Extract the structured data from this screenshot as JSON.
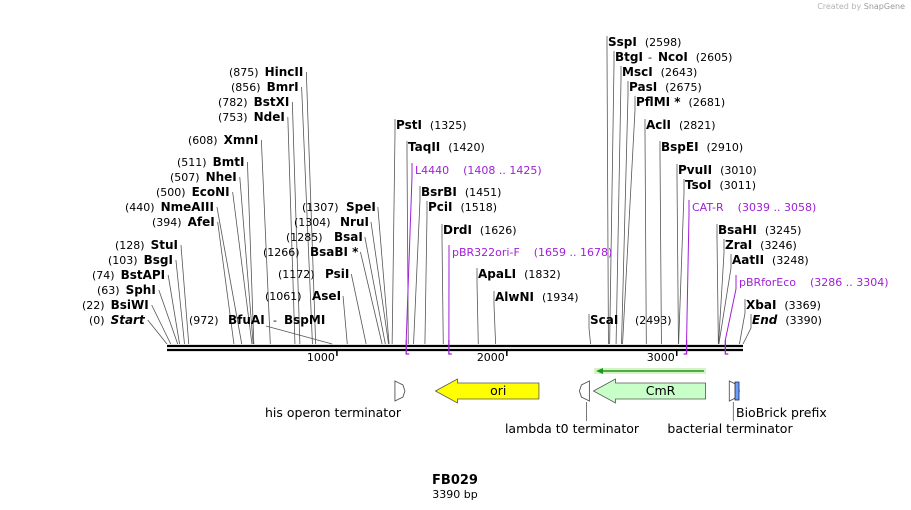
{
  "watermark": {
    "prefix": "Created by",
    "brand": "SnapGene"
  },
  "map": {
    "name": "FB029",
    "length_label": "3390 bp",
    "length_bp": 3390,
    "backbone_color": "#000000",
    "primer_color": "#a020d8"
  },
  "ticks": [
    {
      "bp": 1000,
      "label": "1000"
    },
    {
      "bp": 2000,
      "label": "2000"
    },
    {
      "bp": 3000,
      "label": "3000"
    }
  ],
  "sites": [
    {
      "id": "start",
      "name": "Start",
      "pos": "(0)",
      "bp": 0,
      "side": "left",
      "italic": true
    },
    {
      "id": "bsiwi",
      "name": "BsiWI",
      "pos": "(22)",
      "bp": 22,
      "side": "left"
    },
    {
      "id": "sphi",
      "name": "SphI",
      "pos": "(63)",
      "bp": 63,
      "side": "left"
    },
    {
      "id": "bstapi",
      "name": "BstAPI",
      "pos": "(74)",
      "bp": 74,
      "side": "left"
    },
    {
      "id": "bsgi",
      "name": "BsgI",
      "pos": "(103)",
      "bp": 103,
      "side": "left"
    },
    {
      "id": "stui",
      "name": "StuI",
      "pos": "(128)",
      "bp": 128,
      "side": "left"
    },
    {
      "id": "afei",
      "name": "AfeI",
      "pos": "(394)",
      "bp": 394,
      "side": "left"
    },
    {
      "id": "nmeaiii",
      "name": "NmeAIII",
      "pos": "(440)",
      "bp": 440,
      "side": "left"
    },
    {
      "id": "econi",
      "name": "EcoNI",
      "pos": "(500)",
      "bp": 500,
      "side": "left"
    },
    {
      "id": "nhei",
      "name": "NheI",
      "pos": "(507)",
      "bp": 507,
      "side": "left"
    },
    {
      "id": "bmti",
      "name": "BmtI",
      "pos": "(511)",
      "bp": 511,
      "side": "left"
    },
    {
      "id": "xmni",
      "name": "XmnI",
      "pos": "(608)",
      "bp": 608,
      "side": "left"
    },
    {
      "id": "ndei",
      "name": "NdeI",
      "pos": "(753)",
      "bp": 753,
      "side": "left"
    },
    {
      "id": "bstxi",
      "name": "BstXI",
      "pos": "(782)",
      "bp": 782,
      "side": "left"
    },
    {
      "id": "bmri",
      "name": "BmrI",
      "pos": "(856)",
      "bp": 856,
      "side": "left"
    },
    {
      "id": "hincii",
      "name": "HincII",
      "pos": "(875)",
      "bp": 875,
      "side": "left"
    },
    {
      "id": "bfuai",
      "name": "BfuAI",
      "name2": "BspMI",
      "joiner": "-",
      "pos": "(972)",
      "bp": 972,
      "side": "left"
    },
    {
      "id": "asei",
      "name": "AseI",
      "pos": "(1061)",
      "bp": 1061,
      "side": "left"
    },
    {
      "id": "psii",
      "name": "PsiI",
      "pos": "(1172)",
      "bp": 1172,
      "side": "left"
    },
    {
      "id": "bsabi",
      "name": "BsaBI *",
      "pos": "(1266)",
      "bp": 1266,
      "side": "left"
    },
    {
      "id": "bsai",
      "name": "BsaI",
      "pos": "(1285)",
      "bp": 1285,
      "side": "left"
    },
    {
      "id": "nrui",
      "name": "NruI",
      "pos": "(1304)",
      "bp": 1304,
      "side": "left"
    },
    {
      "id": "spei",
      "name": "SpeI",
      "pos": "(1307)",
      "bp": 1307,
      "side": "left"
    },
    {
      "id": "psti",
      "name": "PstI",
      "pos": "(1325)",
      "bp": 1325,
      "side": "right"
    },
    {
      "id": "taqii",
      "name": "TaqII",
      "pos": "(1420)",
      "bp": 1420,
      "side": "right"
    },
    {
      "id": "bsrbi",
      "name": "BsrBI",
      "pos": "(1451)",
      "bp": 1451,
      "side": "right"
    },
    {
      "id": "pcii",
      "name": "PciI",
      "pos": "(1518)",
      "bp": 1518,
      "side": "right"
    },
    {
      "id": "drdi",
      "name": "DrdI",
      "pos": "(1626)",
      "bp": 1626,
      "side": "right"
    },
    {
      "id": "apali",
      "name": "ApaLI",
      "pos": "(1832)",
      "bp": 1832,
      "side": "right"
    },
    {
      "id": "alwni",
      "name": "AlwNI",
      "pos": "(1934)",
      "bp": 1934,
      "side": "right"
    },
    {
      "id": "scai",
      "name": "ScaI",
      "pos": "(2493)",
      "bp": 2493,
      "side": "right"
    },
    {
      "id": "sspi",
      "name": "SspI",
      "pos": "(2598)",
      "bp": 2598,
      "side": "right"
    },
    {
      "id": "btgi",
      "name": "BtgI",
      "name2": "NcoI",
      "joiner": "-",
      "pos": "(2605)",
      "bp": 2605,
      "side": "right"
    },
    {
      "id": "msci",
      "name": "MscI",
      "pos": "(2643)",
      "bp": 2643,
      "side": "right"
    },
    {
      "id": "pasi",
      "name": "PasI",
      "pos": "(2675)",
      "bp": 2675,
      "side": "right"
    },
    {
      "id": "pflmi",
      "name": "PflMI *",
      "pos": "(2681)",
      "bp": 2681,
      "side": "right"
    },
    {
      "id": "acli",
      "name": "AclI",
      "pos": "(2821)",
      "bp": 2821,
      "side": "right"
    },
    {
      "id": "bspei",
      "name": "BspEI",
      "pos": "(2910)",
      "bp": 2910,
      "side": "right"
    },
    {
      "id": "pvuii",
      "name": "PvuII",
      "pos": "(3010)",
      "bp": 3010,
      "side": "right"
    },
    {
      "id": "tsoi",
      "name": "TsoI",
      "pos": "(3011)",
      "bp": 3011,
      "side": "right"
    },
    {
      "id": "bsahi",
      "name": "BsaHI",
      "pos": "(3245)",
      "bp": 3245,
      "side": "right"
    },
    {
      "id": "zrai",
      "name": "ZraI",
      "pos": "(3246)",
      "bp": 3246,
      "side": "right"
    },
    {
      "id": "aatii",
      "name": "AatII",
      "pos": "(3248)",
      "bp": 3248,
      "side": "right"
    },
    {
      "id": "xbai",
      "name": "XbaI",
      "pos": "(3369)",
      "bp": 3369,
      "side": "right"
    },
    {
      "id": "end",
      "name": "End",
      "pos": "(3390)",
      "bp": 3390,
      "side": "right",
      "italic": true
    }
  ],
  "primers": [
    {
      "id": "l4440",
      "name": "L4440",
      "range": "(1408 .. 1425)",
      "bp": 1408,
      "dir": "forward"
    },
    {
      "id": "pbr322ori-f",
      "name": "pBR322ori-F",
      "range": "(1659 .. 1678)",
      "bp": 1659,
      "dir": "forward"
    },
    {
      "id": "cat-r",
      "name": "CAT-R",
      "range": "(3039 .. 3058)",
      "bp": 3058,
      "dir": "reverse"
    },
    {
      "id": "pbrforeco",
      "name": "pBRforEco",
      "range": "(3286 .. 3304)",
      "bp": 3286,
      "dir": "forward"
    }
  ],
  "features": [
    {
      "id": "his-operon-terminator",
      "label": "his operon terminator",
      "type": "terminator",
      "start": 1338,
      "end": 1392,
      "color": "#ffffff"
    },
    {
      "id": "ori",
      "label": "ori",
      "type": "arrow-left",
      "start": 1580,
      "end": 2189,
      "color": "#ffff00"
    },
    {
      "id": "lambda-t0-terminator",
      "label": "lambda t0 terminator",
      "type": "terminator-left",
      "start": 2415,
      "end": 2510,
      "color": "#ffffff"
    },
    {
      "id": "cmr",
      "label": "CmR",
      "type": "arrow-left",
      "start": 2510,
      "end": 3170,
      "color": "#c8ffc8"
    },
    {
      "id": "bacterial-terminator",
      "label": "bacterial terminator",
      "type": "terminator",
      "start": 3310,
      "end": 3356,
      "color": "#ffffff"
    },
    {
      "id": "biobrick-prefix",
      "label": "BioBrick prefix",
      "type": "box",
      "start": 3356,
      "end": 3376,
      "color": "#6aa0ff"
    }
  ],
  "orf": {
    "start": 2525,
    "end": 3160,
    "color": "#1a9a1a"
  }
}
